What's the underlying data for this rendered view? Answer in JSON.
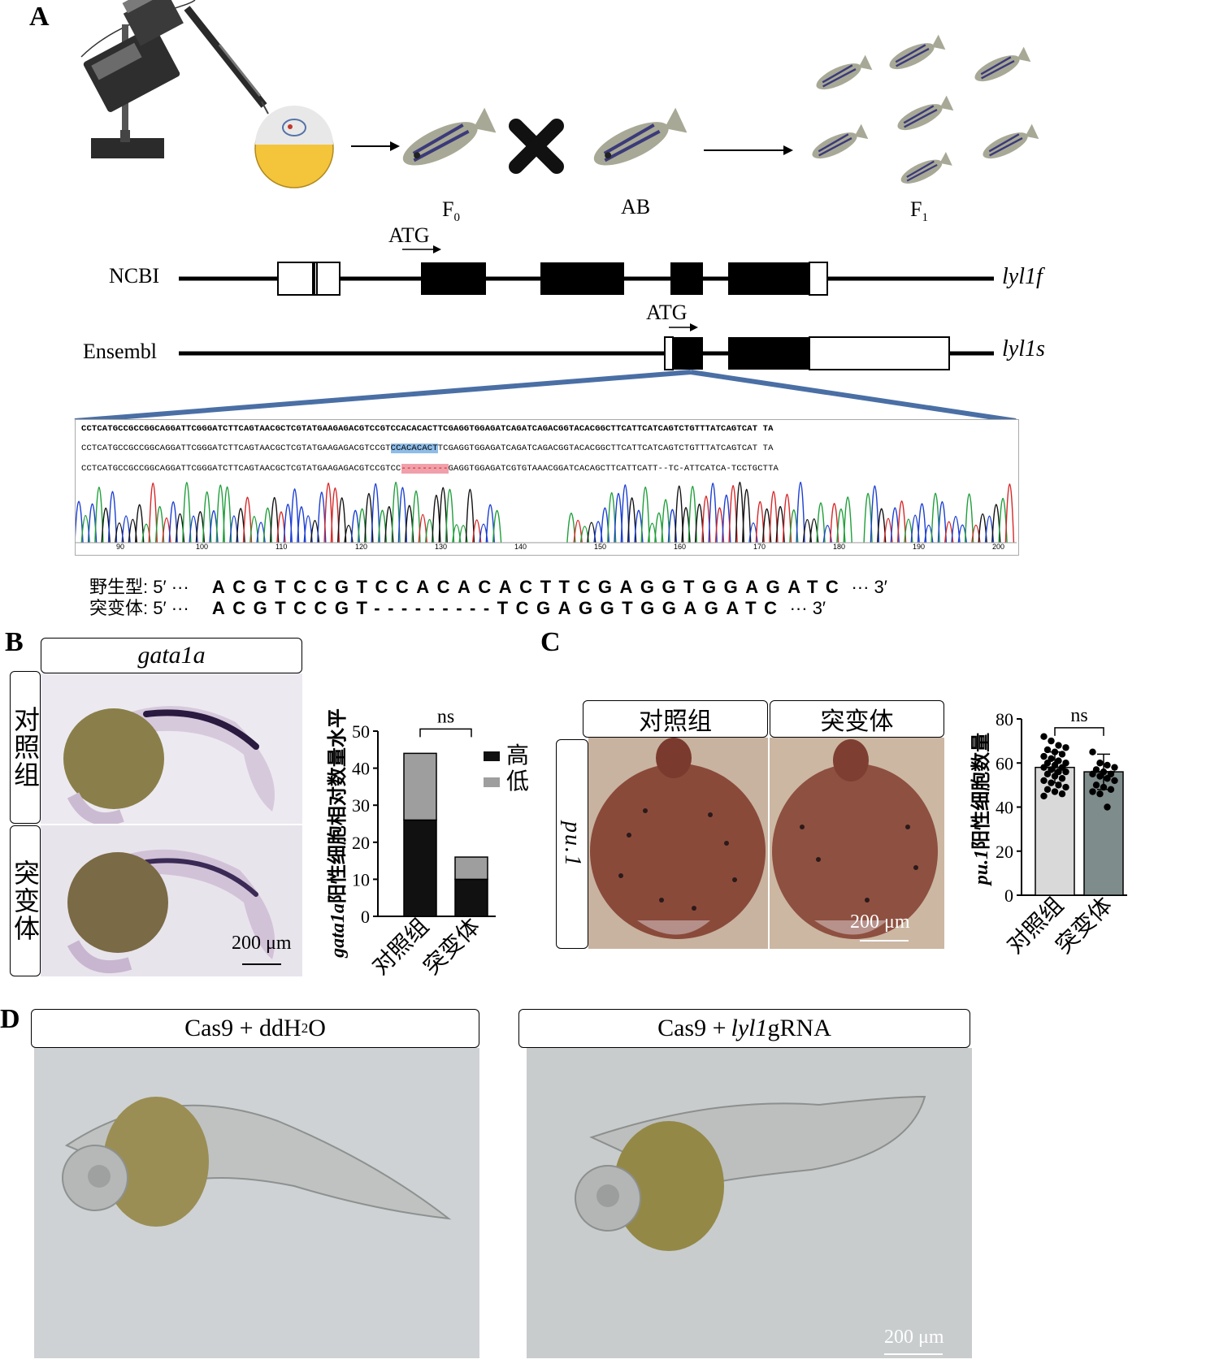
{
  "panels": {
    "a": "A",
    "b": "B",
    "c": "C",
    "d": "D"
  },
  "panelA": {
    "f0_label": "F",
    "f0_sub": "0",
    "ab_label": "AB",
    "f1_label": "F",
    "f1_sub": "1",
    "atg1": "ATG",
    "atg2": "ATG",
    "ncbi": "NCBI",
    "ensembl": "Ensembl",
    "gene_long": "lyl1f",
    "gene_short": "lyl1s",
    "seq_ref": "CCTCATGCCGCCGGCAGGATTCGGGATCTTCAGTAACGCTCGTATGAAGAGACGTCCGTCCACACACTTCGAGGTGGAGATCAGATCAGACGGTACACGGCTTCATTCATCAGTCTGTTTATCAGTCAT     TA",
    "seq_wt_pre": "CCTCATGCCGCCGGCAGGATTCGGGATCTTCAGTAACGCTCGTATGAAGAGACGTCCGT",
    "seq_wt_hl": "CCACACACT",
    "seq_wt_post": "TCGAGGTGGAGATCAGATCAGACGGTACACGGCTTCATTCATCAGTCTGTTTATCAGTCAT     TA",
    "seq_mut_pre": "CCTCATGCCGCCGGCAGGATTCGGGATCTTCAGTAACGCTCGTATGAAGAGACGTCCGTCC",
    "seq_mut_del": "---------",
    "seq_mut_post": "GAGGTGGAGATCGTGTAAACGGATCACAGCTTCATTCATT--TC-ATTCATCA-TCCTGCTTA",
    "axis_ticks": [
      "90",
      "100",
      "110",
      "120",
      "130",
      "140",
      "150",
      "160",
      "170",
      "180",
      "190",
      "200"
    ],
    "wt_label": "野生型: 5′ ···",
    "wt_bases": "ACGTCCGTCCACACACTTCGAGGTGGAGATC",
    "wt_end": "··· 3′",
    "mut_label": "突变体: 5′ ···",
    "mut_bases": "ACGTCCGT---------TCGAGGTGGAGATC",
    "mut_end": "··· 3′"
  },
  "panelB": {
    "header": "gata1a",
    "row1": "对照组",
    "row2": "突变体",
    "scale": "200 μm",
    "ylabel_italic": "gata1a",
    "ylabel_rest": "阳性细胞相对数量水平",
    "ns": "ns",
    "legend_high": "高",
    "legend_low": "低",
    "color_high": "#111111",
    "color_low": "#9e9e9e"
  },
  "panelC": {
    "col1": "对照组",
    "col2": "突变体",
    "side": "pu.1",
    "scale": "200 μm",
    "ylabel_italic": "pu.1",
    "ylabel_rest": "阳性细胞数量",
    "ns": "ns",
    "bar_colors": [
      "#d9d9d9",
      "#7f8c8c"
    ]
  },
  "panelD": {
    "left_pre": "Cas9 + ddH",
    "left_sub": "2",
    "left_post": "O",
    "right_pre": "Cas9 + ",
    "right_it": "lyl1",
    "right_post": " gRNA",
    "scale": "200 μm"
  },
  "chart_data": [
    {
      "type": "bar",
      "stacked": true,
      "categories": [
        "对照组",
        "突变体"
      ],
      "series": [
        {
          "name": "高",
          "values": [
            26,
            10
          ]
        },
        {
          "name": "低",
          "values": [
            18,
            6
          ]
        }
      ],
      "ylabel": "gata1a阳性细胞相对数量水平",
      "ylim": [
        0,
        50
      ],
      "yticks": [
        0,
        10,
        20,
        30,
        40,
        50
      ],
      "annotation": "ns",
      "legend_position": "right"
    },
    {
      "type": "bar",
      "categories": [
        "对照组",
        "突变体"
      ],
      "values": [
        58,
        56
      ],
      "error": [
        7,
        8
      ],
      "points": [
        [
          72,
          70,
          68,
          67,
          66,
          65,
          64,
          63,
          62,
          61,
          60,
          60,
          59,
          58,
          58,
          57,
          56,
          56,
          55,
          54,
          53,
          52,
          51,
          50,
          49,
          48,
          47,
          46,
          45
        ],
        [
          65,
          60,
          59,
          58,
          57,
          56,
          55,
          55,
          54,
          53,
          52,
          50,
          49,
          48,
          47,
          46,
          40
        ]
      ],
      "ylabel": "pu.1阳性细胞数量",
      "ylim": [
        0,
        80
      ],
      "yticks": [
        0,
        20,
        40,
        60,
        80
      ],
      "annotation": "ns"
    }
  ]
}
